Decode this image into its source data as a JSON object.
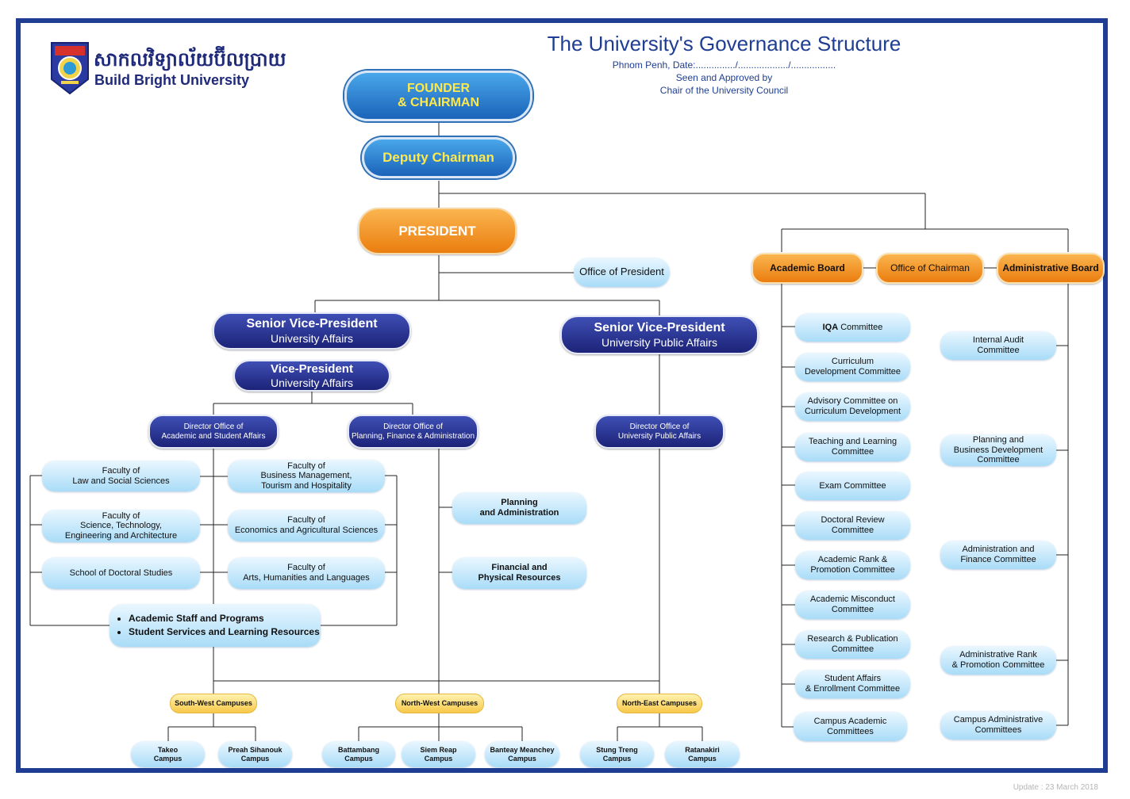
{
  "logo": {
    "name_khmer": "សាកលវិទ្យាល័យប៊ីលប្រាយ",
    "name_english": "Build Bright University"
  },
  "header": {
    "title": "The University's Governance Structure",
    "date_line": "Phnom Penh, Date:.............../.................../.................",
    "approval_line1": "Seen and Approved by",
    "approval_line2": "Chair of the University Council"
  },
  "top": {
    "founder_line1": "FOUNDER",
    "founder_line2": "& CHAIRMAN",
    "deputy": "Deputy Chairman",
    "president": "PRESIDENT",
    "office_of_president": "Office of President"
  },
  "svp_university": {
    "title": "Senior Vice-President",
    "subtitle": "University Affairs"
  },
  "vp_university": {
    "title": "Vice-President",
    "subtitle": "University Affairs"
  },
  "svp_public": {
    "title": "Senior Vice-President",
    "subtitle": "University Public Affairs"
  },
  "directors": {
    "academic_l1": "Director Office of",
    "academic_l2": "Academic and Student Affairs",
    "planning_l1": "Director Office of",
    "planning_l2": "Planning, Finance & Administration",
    "public_l1": "Director Office of",
    "public_l2": "University Public Affairs"
  },
  "faculties": {
    "law_l1": "Faculty of",
    "law_l2": "Law and Social Sciences",
    "science_l1": "Faculty of",
    "science_l2": "Science, Technology,",
    "science_l3": "Engineering and Architecture",
    "doctoral": "School of Doctoral Studies",
    "business_l1": "Faculty of",
    "business_l2": "Business Management,",
    "business_l3": "Tourism and Hospitality",
    "economics_l1": "Faculty of",
    "economics_l2": "Economics  and Agricultural Sciences",
    "arts_l1": "Faculty of",
    "arts_l2": "Arts, Humanities and Languages"
  },
  "academic_list": [
    "Academic Staff and Programs",
    "Student Services and Learning Resources"
  ],
  "planning_units": {
    "planning_l1": "Planning",
    "planning_l2": "and Administration",
    "financial_l1": "Financial and",
    "financial_l2": "Physical Resources"
  },
  "campus_groups": {
    "south_west": "South-West Campuses",
    "north_west": "North-West Campuses",
    "north_east": "North-East Campuses"
  },
  "campuses": {
    "takeo_l1": "Takeo",
    "takeo_l2": "Campus",
    "sihanouk_l1": "Preah Sihanouk",
    "sihanouk_l2": "Campus",
    "battambang_l1": "Battambang",
    "battambang_l2": "Campus",
    "siemreap_l1": "Siem Reap",
    "siemreap_l2": "Campus",
    "banteay_l1": "Banteay Meanchey",
    "banteay_l2": "Campus",
    "stungtreng_l1": "Stung Treng",
    "stungtreng_l2": "Campus",
    "ratanakiri_l1": "Ratanakiri",
    "ratanakiri_l2": "Campus"
  },
  "boards": {
    "academic": "Academic Board",
    "office_chairman": "Office of Chairman",
    "administrative": "Administrative Board"
  },
  "academic_committees": {
    "iqa_bold": "IQA",
    "iqa_rest": " Committee",
    "curriculum_l1": "Curriculum",
    "curriculum_l2": "Development Committee",
    "advisory_l1": "Advisory Committee on",
    "advisory_l2": "Curriculum Development",
    "teaching_l1": "Teaching and Learning",
    "teaching_l2": "Committee",
    "exam": "Exam Committee",
    "doctoral_l1": "Doctoral Review",
    "doctoral_l2": "Committee",
    "rank_l1": "Academic Rank &",
    "rank_l2": "Promotion Committee",
    "misconduct_l1": "Academic Misconduct",
    "misconduct_l2": "Committee",
    "research_l1": "Research & Publication",
    "research_l2": "Committee",
    "student_l1": "Student Affairs",
    "student_l2": "& Enrollment Committee",
    "campus_l1": "Campus Academic",
    "campus_l2": "Committees"
  },
  "admin_committees": {
    "audit_l1": "Internal Audit",
    "audit_l2": "Committee",
    "planning_l1": "Planning and",
    "planning_l2": "Business Development",
    "planning_l3": "Committee",
    "admin_l1": "Administration and",
    "admin_l2": "Finance Committee",
    "rank_l1": "Administrative Rank",
    "rank_l2": "& Promotion Committee",
    "campus_l1": "Campus Administrative",
    "campus_l2": "Committees"
  },
  "footer": {
    "update": "Update : 23 March 2018"
  },
  "colors": {
    "frame": "#1f3e93",
    "navy": "#1c2378",
    "orange": "#ea7d0f",
    "light_blue": "#a9dcf8",
    "yellow": "#f7c84a",
    "founder_text": "#ffe94a"
  }
}
